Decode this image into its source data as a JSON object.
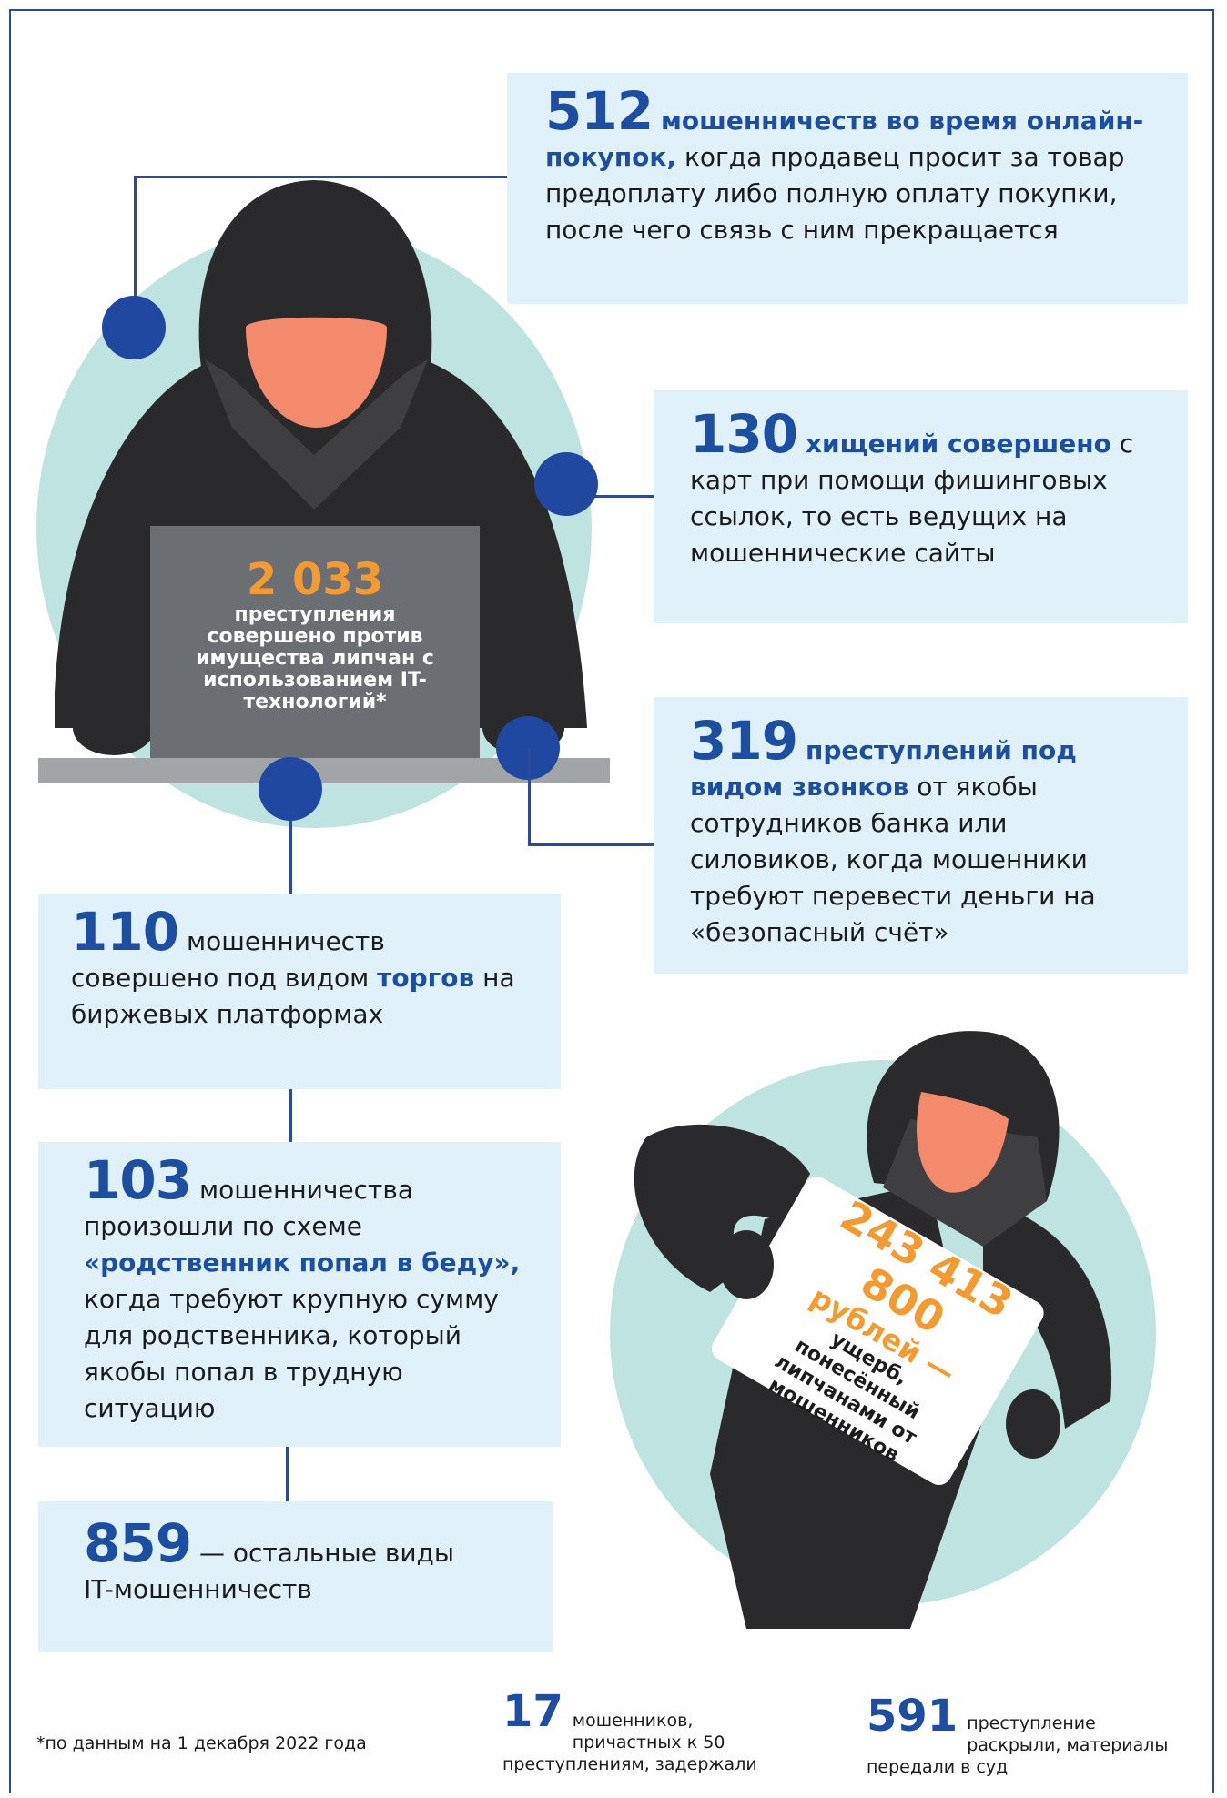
{
  "stats": {
    "online": {
      "number": "512",
      "highlight": "мошенничеств во время онлайн-покупок,",
      "text": "когда продавец просит за товар предоплату либо полную оплату покупки, после чего связь с ним прекращается"
    },
    "phishing": {
      "number": "130",
      "highlight": "хищений совершено",
      "text": "с карт при помощи фишинговых ссылок, то есть ведущих на мошеннические сайты"
    },
    "calls": {
      "number": "319",
      "highlight": "преступлений под видом звонков",
      "text": "от якобы сотрудников банка или силовиков, когда мошенники требуют перевести деньги на «безопасный счёт»"
    },
    "trading": {
      "number": "110",
      "text_before": "мошенничеств совершено под видом",
      "highlight": "торгов",
      "text_after": "на биржевых платформах"
    },
    "relative": {
      "number": "103",
      "text_before": "мошенничества произошли по схеме",
      "highlight": "«родственник попал в беду»,",
      "text_after": "когда требуют крупную сумму для родственника, который якобы попал в трудную ситуацию"
    },
    "other": {
      "number": "859",
      "text": "— остальные виды IT-мошенничеств"
    }
  },
  "laptop": {
    "number": "2 033",
    "text": "преступления совершено против имущества липчан с использованием IT-технологий*"
  },
  "sign": {
    "amount": "243 413 800",
    "unit": "рублей —",
    "text": "ущерб, понесённый липчанами от мошенников"
  },
  "bottom": {
    "detained": {
      "number": "17",
      "text": "мошенников, причастных к 50 преступлениям, задержали"
    },
    "solved": {
      "number": "591",
      "text": "преступление раскрыли, материалы передали в суд"
    },
    "footnote": "*по данным на 1 декабря 2022 года"
  },
  "colors": {
    "accent": "#1e4ea1",
    "orange": "#f59a2f",
    "box": "#e0f1fa",
    "circle": "#bfe3e1",
    "hood": "#2a2a2c",
    "face": "#f28a6b"
  }
}
